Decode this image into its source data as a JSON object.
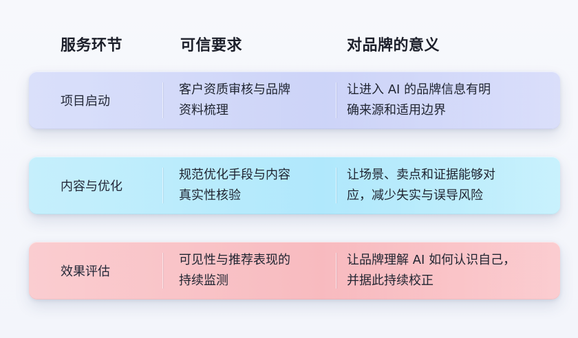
{
  "header": {
    "col_stage": "服务环节",
    "col_requirement": "可信要求",
    "col_meaning": "对品牌的意义"
  },
  "rows": [
    {
      "stage": "项目启动",
      "requirement_lines": [
        "客户资质审核与品牌",
        "资料梳理"
      ],
      "meaning_lines": [
        "让进入 AI 的品牌信息有明",
        "确来源和适用边界"
      ],
      "accent": "#c6cff8"
    },
    {
      "stage": "内容与优化",
      "requirement_lines": [
        "规范优化手段与内容",
        "真实性核验"
      ],
      "meaning_lines": [
        "让场景、卖点和证据能够对",
        "应，减少失实与误导风险"
      ],
      "accent": "#a7e7fb"
    },
    {
      "stage": "效果评估",
      "requirement_lines": [
        "可见性与推荐表现的",
        "持续监测"
      ],
      "meaning_lines": [
        "让品牌理解 AI 如何认识自己，",
        "并据此持续校正"
      ],
      "accent": "#f8b2b7"
    }
  ]
}
